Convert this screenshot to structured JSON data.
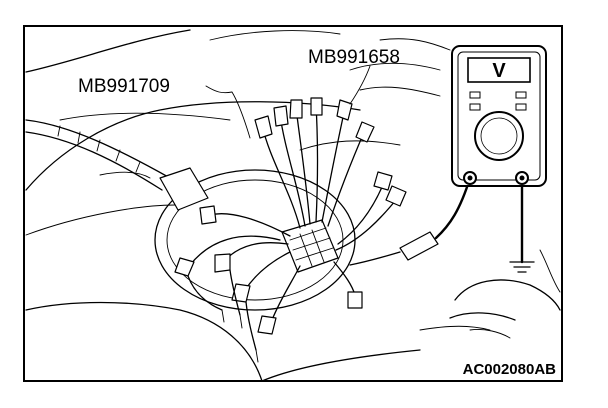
{
  "labels": {
    "tool_left": "MB991709",
    "tool_right": "MB991658",
    "meter_display": "V",
    "figure_id": "AC002080AB"
  },
  "colors": {
    "ink": "#000000",
    "paper": "#ffffff"
  },
  "icons": {
    "meter": "voltmeter-icon",
    "ground": "ground-symbol-icon"
  }
}
